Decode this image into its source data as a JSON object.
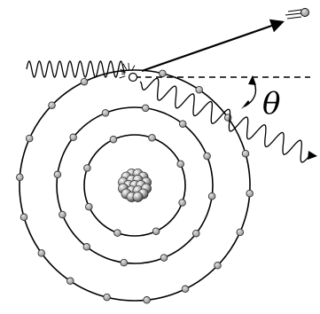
{
  "diagram": {
    "angle_label": "θ",
    "colors": {
      "ink": "#000000",
      "electron_fill": "#a8a8a8",
      "nucleus_fill": "#8c8c8c",
      "background": "#ffffff"
    },
    "shells": [
      {
        "electron_count": 8
      },
      {
        "electron_count": 12
      },
      {
        "electron_count": 18
      }
    ],
    "nucleus_particles": 19,
    "icons": [
      "incoming-photon-wave",
      "scattered-photon-wave",
      "recoil-electron",
      "angle-arc",
      "collision-burst"
    ]
  }
}
